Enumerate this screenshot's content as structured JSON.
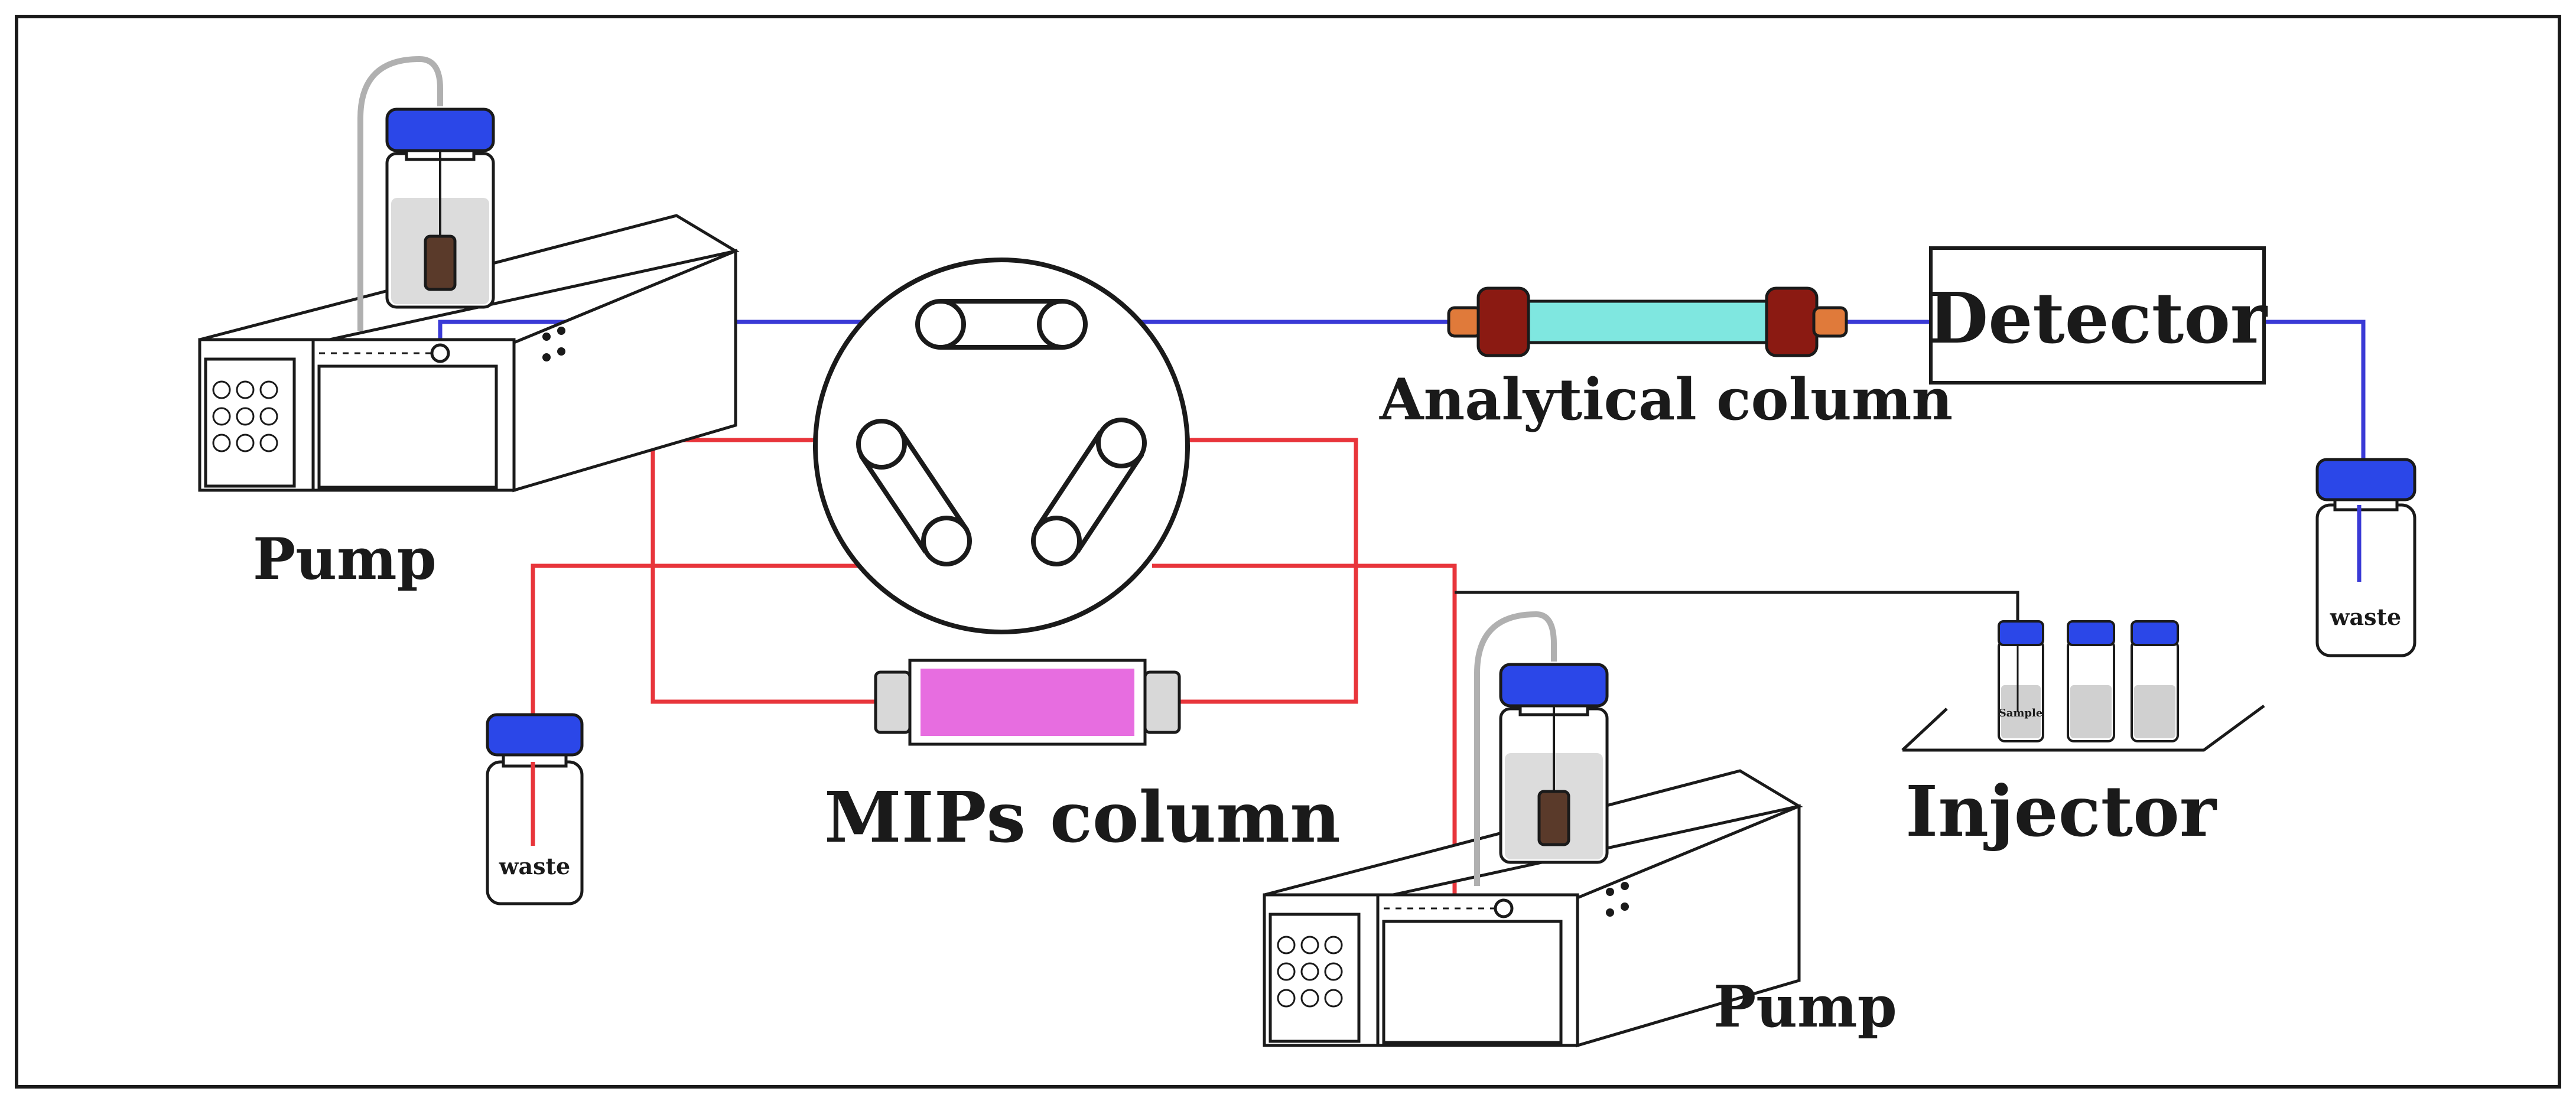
{
  "labels": {
    "pump_left": "Pump",
    "pump_bottom": "Pump",
    "analytical_column": "Analytical column",
    "detector": "Detector",
    "mips_column": "MIPs column",
    "injector": "Injector",
    "waste_right": "waste",
    "waste_left": "waste",
    "sample": "Sample"
  },
  "colors": {
    "blue_line": "#3a3ad6",
    "red_line": "#e8353b",
    "cap_blue": "#2b47e8",
    "column_teal": "#7fe7e0",
    "column_fitting": "#8b1a12",
    "column_end": "#e07a3a",
    "mips_fill": "#e76de0",
    "outline": "#1a1a1a"
  }
}
